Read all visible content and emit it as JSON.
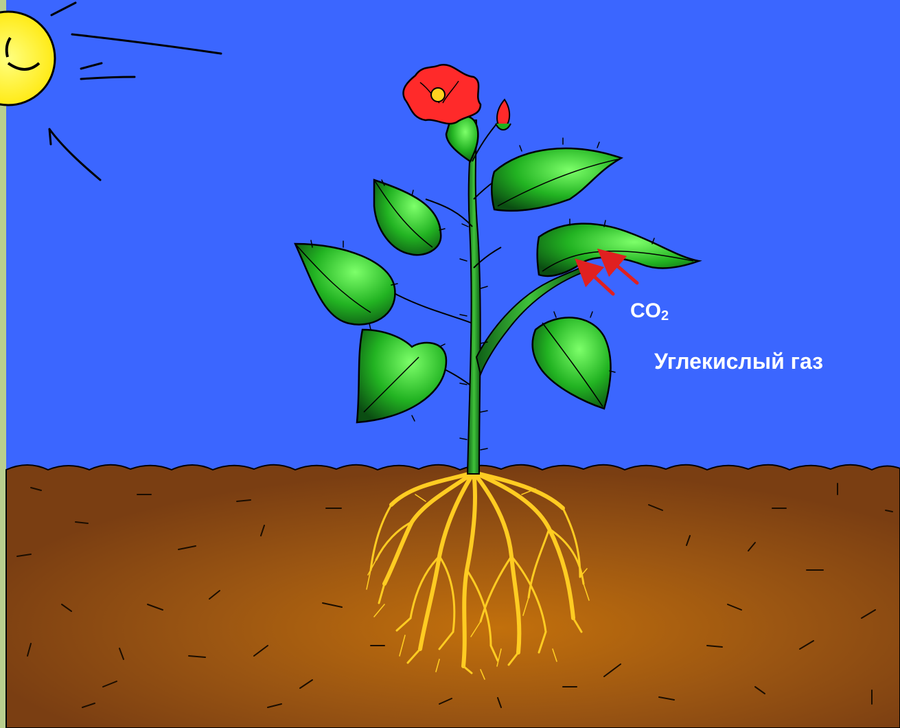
{
  "labels": {
    "co2_main": "CO",
    "co2_sub": "2",
    "gas_name": "Углекислый газ"
  },
  "icons": {
    "sun": "sun-icon",
    "arrows": "arrow-icon"
  },
  "colors": {
    "sky": "#3b66ff",
    "soil": "#8a4a12",
    "soil_glow": "#c2700c",
    "sun": "#ffff55",
    "flower": "#ff2a2a",
    "leaf": "#1fb21f",
    "roots": "#ffcc22",
    "arrow": "#e02020",
    "frame": "#b9cf8e"
  }
}
